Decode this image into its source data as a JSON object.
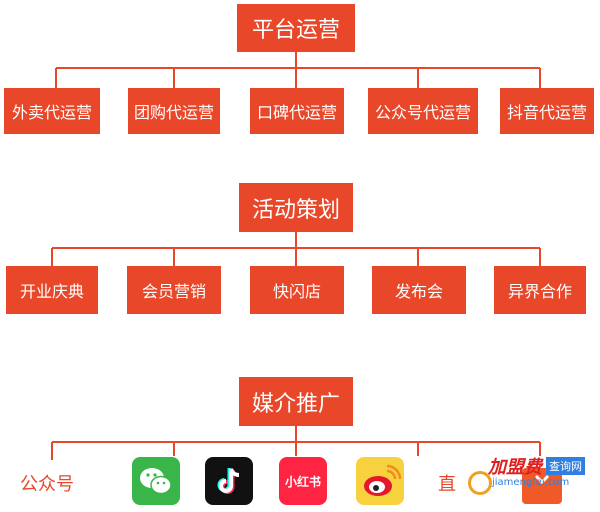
{
  "colors": {
    "accent": "#e8472a",
    "line": "#e8472a",
    "background": "#ffffff"
  },
  "sections": [
    {
      "title": "平台运营",
      "items": [
        "外卖代运营",
        "团购代运营",
        "口碑代运营",
        "公众号代运营",
        "抖音代运营"
      ]
    },
    {
      "title": "活动策划",
      "items": [
        "开业庆典",
        "会员营销",
        "快闪店",
        "发布会",
        "异界合作"
      ]
    },
    {
      "title": "媒介推广",
      "channels": {
        "wechat_label": "公众号",
        "live_label": "直",
        "xiaohongshu_icon_text": "小红书",
        "icons": [
          "wechat-icon",
          "tiktok-icon",
          "xiaohongshu-icon",
          "weibo-icon",
          "live-stream-icon"
        ]
      }
    }
  ],
  "watermark": {
    "brand": "加盟费",
    "tag": "查询网",
    "url": "jiamengfei.com"
  }
}
